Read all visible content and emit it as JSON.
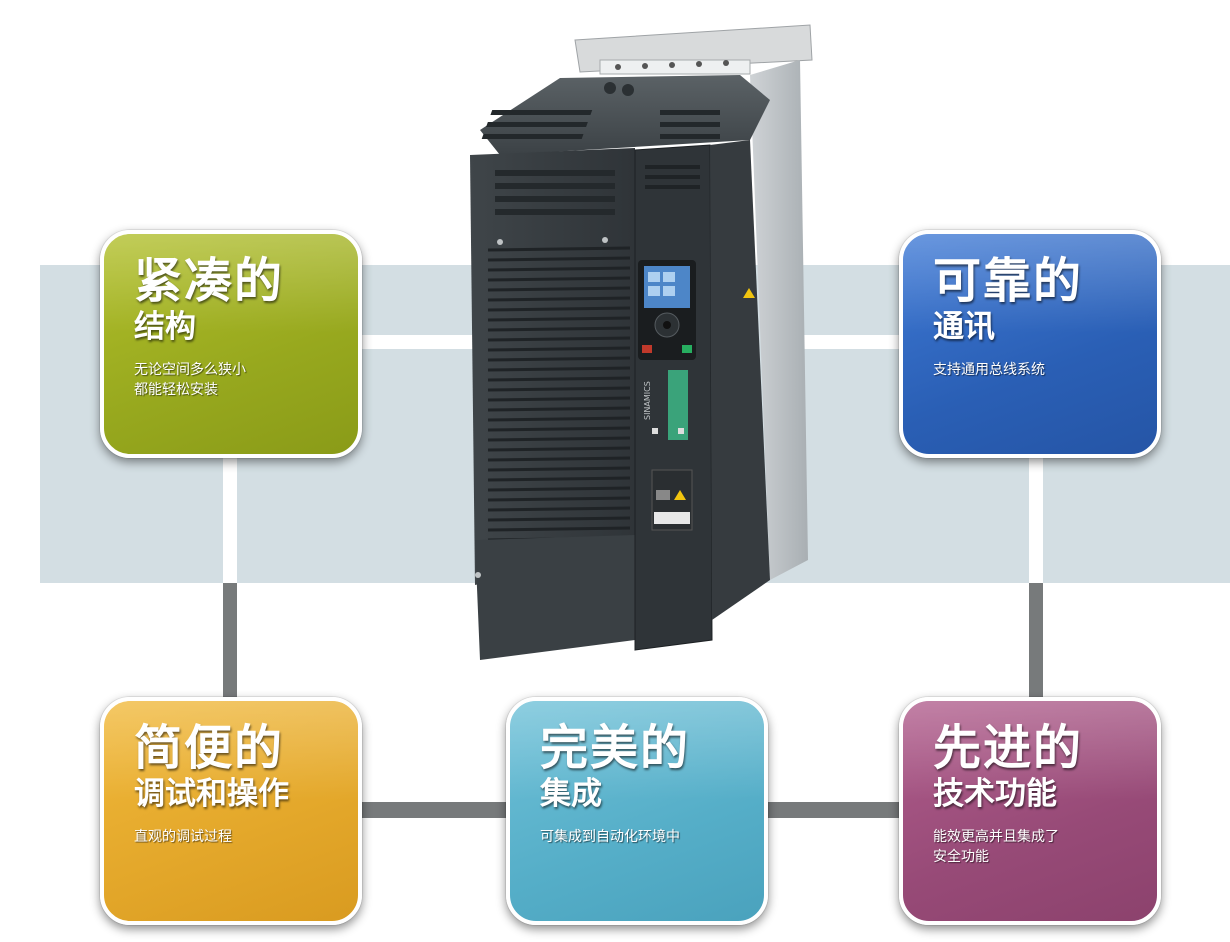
{
  "cards": {
    "compact": {
      "title": "紧凑的",
      "subtitle": "结构",
      "desc_lines": [
        "无论空间多么狭小",
        "都能轻松安装"
      ],
      "color": "#a2b224"
    },
    "reliable": {
      "title": "可靠的",
      "subtitle": "通讯",
      "desc_lines": [
        "支持通用总线系统"
      ],
      "color": "#2f67c0"
    },
    "easy": {
      "title": "简便的",
      "subtitle": "调试和操作",
      "desc_lines": [
        "直观的调试过程"
      ],
      "color": "#e6aa2e"
    },
    "integrated": {
      "title": "完美的",
      "subtitle": "集成",
      "desc_lines": [
        "可集成到自动化环境中"
      ],
      "color": "#5cb3cc"
    },
    "advanced": {
      "title": "先进的",
      "subtitle": "技术功能",
      "desc_lines": [
        "能效更高并且集成了",
        "安全功能"
      ],
      "color": "#9c4d7b"
    }
  },
  "product": {
    "brand_label": "SINAMICS",
    "name": "drive-unit-illustration"
  },
  "colors": {
    "band": "#d3dee3",
    "connector_dark": "#777a7b",
    "connector_light": "#ffffff"
  }
}
